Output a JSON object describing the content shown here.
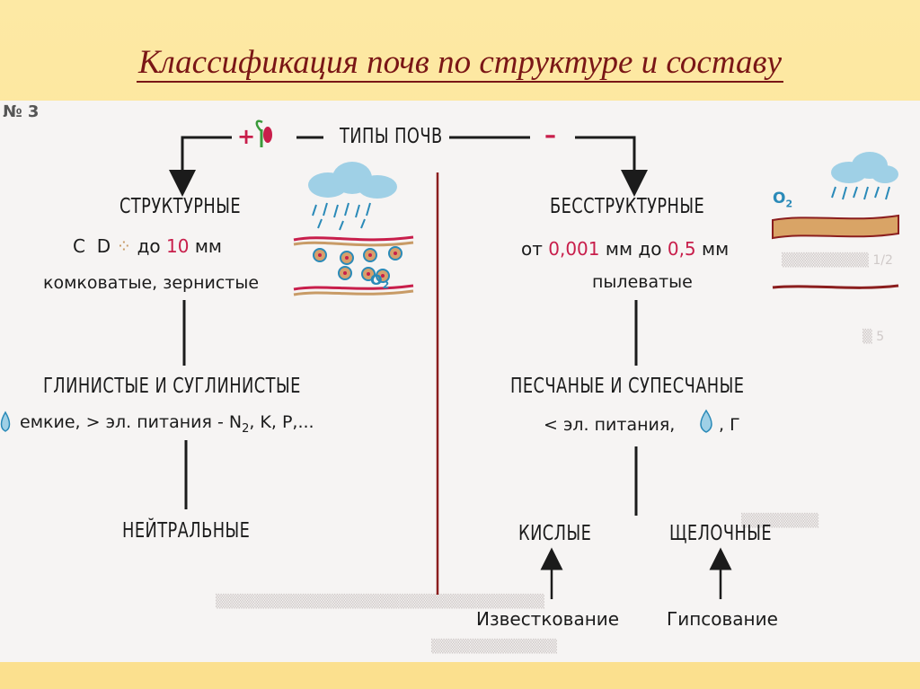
{
  "title": "Классификация почв по структуре и составу",
  "corner_label": "№ 3",
  "root": {
    "plus": "+",
    "label": "ТИПЫ ПОЧВ",
    "minus": "–"
  },
  "left": {
    "type": "СТРУКТУРНЫЕ",
    "size_prefix": "С",
    "size_d": "D",
    "size_mid": "до",
    "size_value": "10",
    "size_unit": "мм",
    "forms": "комковатые, зернистые",
    "composition": "ГЛИНИСТЫЕ И СУГЛИНИСТЫЕ",
    "props": "емкие, > эл. питания - N",
    "props_sub": "2",
    "props_tail": ", K, P,...",
    "reaction": "НЕЙТРАЛЬНЫЕ",
    "o2": "O",
    "o2_sub": "2"
  },
  "right": {
    "type": "БЕССТРУКТУРНЫЕ",
    "size_from": "от",
    "size_a": "0,001",
    "size_mid": "мм до",
    "size_b": "0,5",
    "size_unit": "мм",
    "forms": "пылеватые",
    "composition": "ПЕСЧАНЫЕ И СУПЕСЧАНЫЕ",
    "props": "< эл. питания,",
    "props_tail": ", Г",
    "reaction_acid": "КИСЛЫЕ",
    "reaction_alk": "ЩЕЛОЧНЫЕ",
    "fix_acid": "Известкование",
    "fix_alk": "Гипсование",
    "o2": "O",
    "o2_sub": "2"
  },
  "colors": {
    "title": "#7a1616",
    "accent_red": "#c81e4b",
    "cloud": "#9fd0e6",
    "rain": "#2a8ab8",
    "soil": "#c89b66"
  }
}
